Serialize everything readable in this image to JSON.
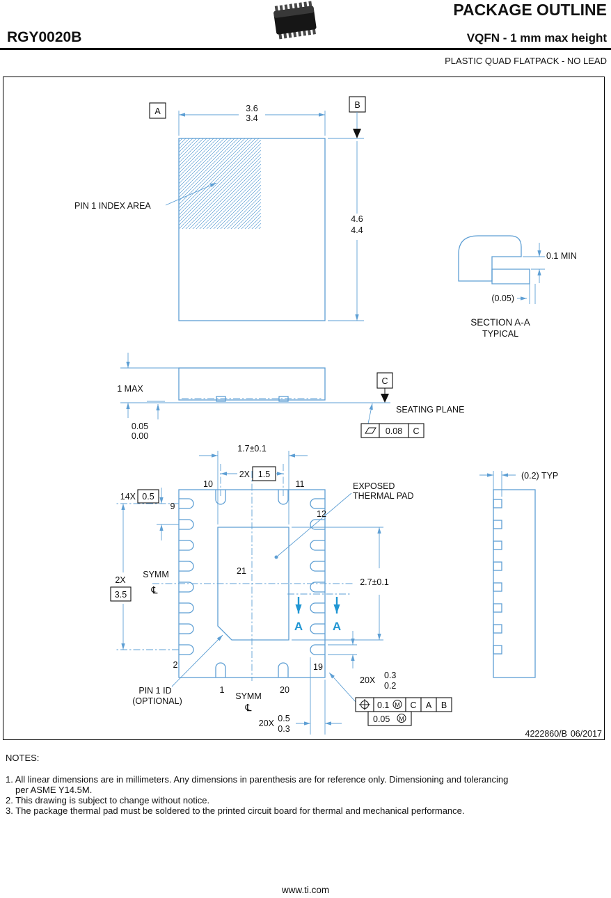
{
  "header": {
    "title": "PACKAGE OUTLINE",
    "part_number": "RGY0020B",
    "subtitle": "VQFN - 1 mm max height",
    "package_type": "PLASTIC QUAD FLATPACK - NO LEAD"
  },
  "colors": {
    "drawing_line": "#5e9fd4",
    "section_marker": "#2196d3",
    "text": "#111111"
  },
  "drawing": {
    "top_view": {
      "dim_width_upper": "3.6",
      "dim_width_lower": "3.4",
      "dim_height_upper": "4.6",
      "dim_height_lower": "4.4",
      "datum_a": "A",
      "datum_b": "B",
      "pin1_index_label": "PIN 1 INDEX AREA"
    },
    "section_aa": {
      "dim_min": "0.1 MIN",
      "dim_ref": "(0.05)",
      "title": "SECTION A-A",
      "subtitle": "TYPICAL"
    },
    "side_view": {
      "dim_max": "1 MAX",
      "standoff_upper": "0.05",
      "standoff_lower": "0.00",
      "seating_plane_label": "SEATING PLANE",
      "datum_c": "C",
      "flatness_tol": "0.08",
      "flatness_datum": "C"
    },
    "bottom_view": {
      "pad_width": "1.7±0.1",
      "pad_height": "2.7±0.1",
      "qty_2x": "2X",
      "basic_1_5": "1.5",
      "qty_14x": "14X",
      "basic_0_5": "0.5",
      "qty_2x_b": "2X",
      "basic_3_5": "3.5",
      "symm": "SYMM",
      "centerline": "℄",
      "exposed_line1": "EXPOSED",
      "exposed_line2": "THERMAL PAD",
      "pin1_id_line1": "PIN 1 ID",
      "pin1_id_line2": "(OPTIONAL)",
      "section_label": "A",
      "qty_20x_len": "20X",
      "len_upper": "0.5",
      "len_lower": "0.3",
      "qty_20x_w": "20X",
      "w_upper": "0.3",
      "w_lower": "0.2",
      "pos_tol": "0.1",
      "pos_mod": "M",
      "pos_datum_c": "C",
      "pos_datum_a": "A",
      "pos_datum_b": "B",
      "pos_tol2": "0.05",
      "pin_1": "1",
      "pin_2": "2",
      "pin_9": "9",
      "pin_10": "10",
      "pin_11": "11",
      "pin_12": "12",
      "pin_19": "19",
      "pin_20": "20",
      "pin_21": "21"
    },
    "side_detail": {
      "dim_typ": "(0.2) TYP"
    },
    "doc_number": "4222860/B",
    "doc_date": "06/2017"
  },
  "notes": {
    "heading": "NOTES:",
    "lines": [
      "1. All linear dimensions are in millimeters. Any dimensions in parenthesis are for reference only. Dimensioning and tolerancing",
      "per ASME Y14.5M.",
      "2. This drawing is subject to change without notice.",
      "3. The package thermal pad must be soldered to the printed circuit board for thermal and mechanical performance."
    ]
  },
  "footer": {
    "url": "www.ti.com"
  }
}
